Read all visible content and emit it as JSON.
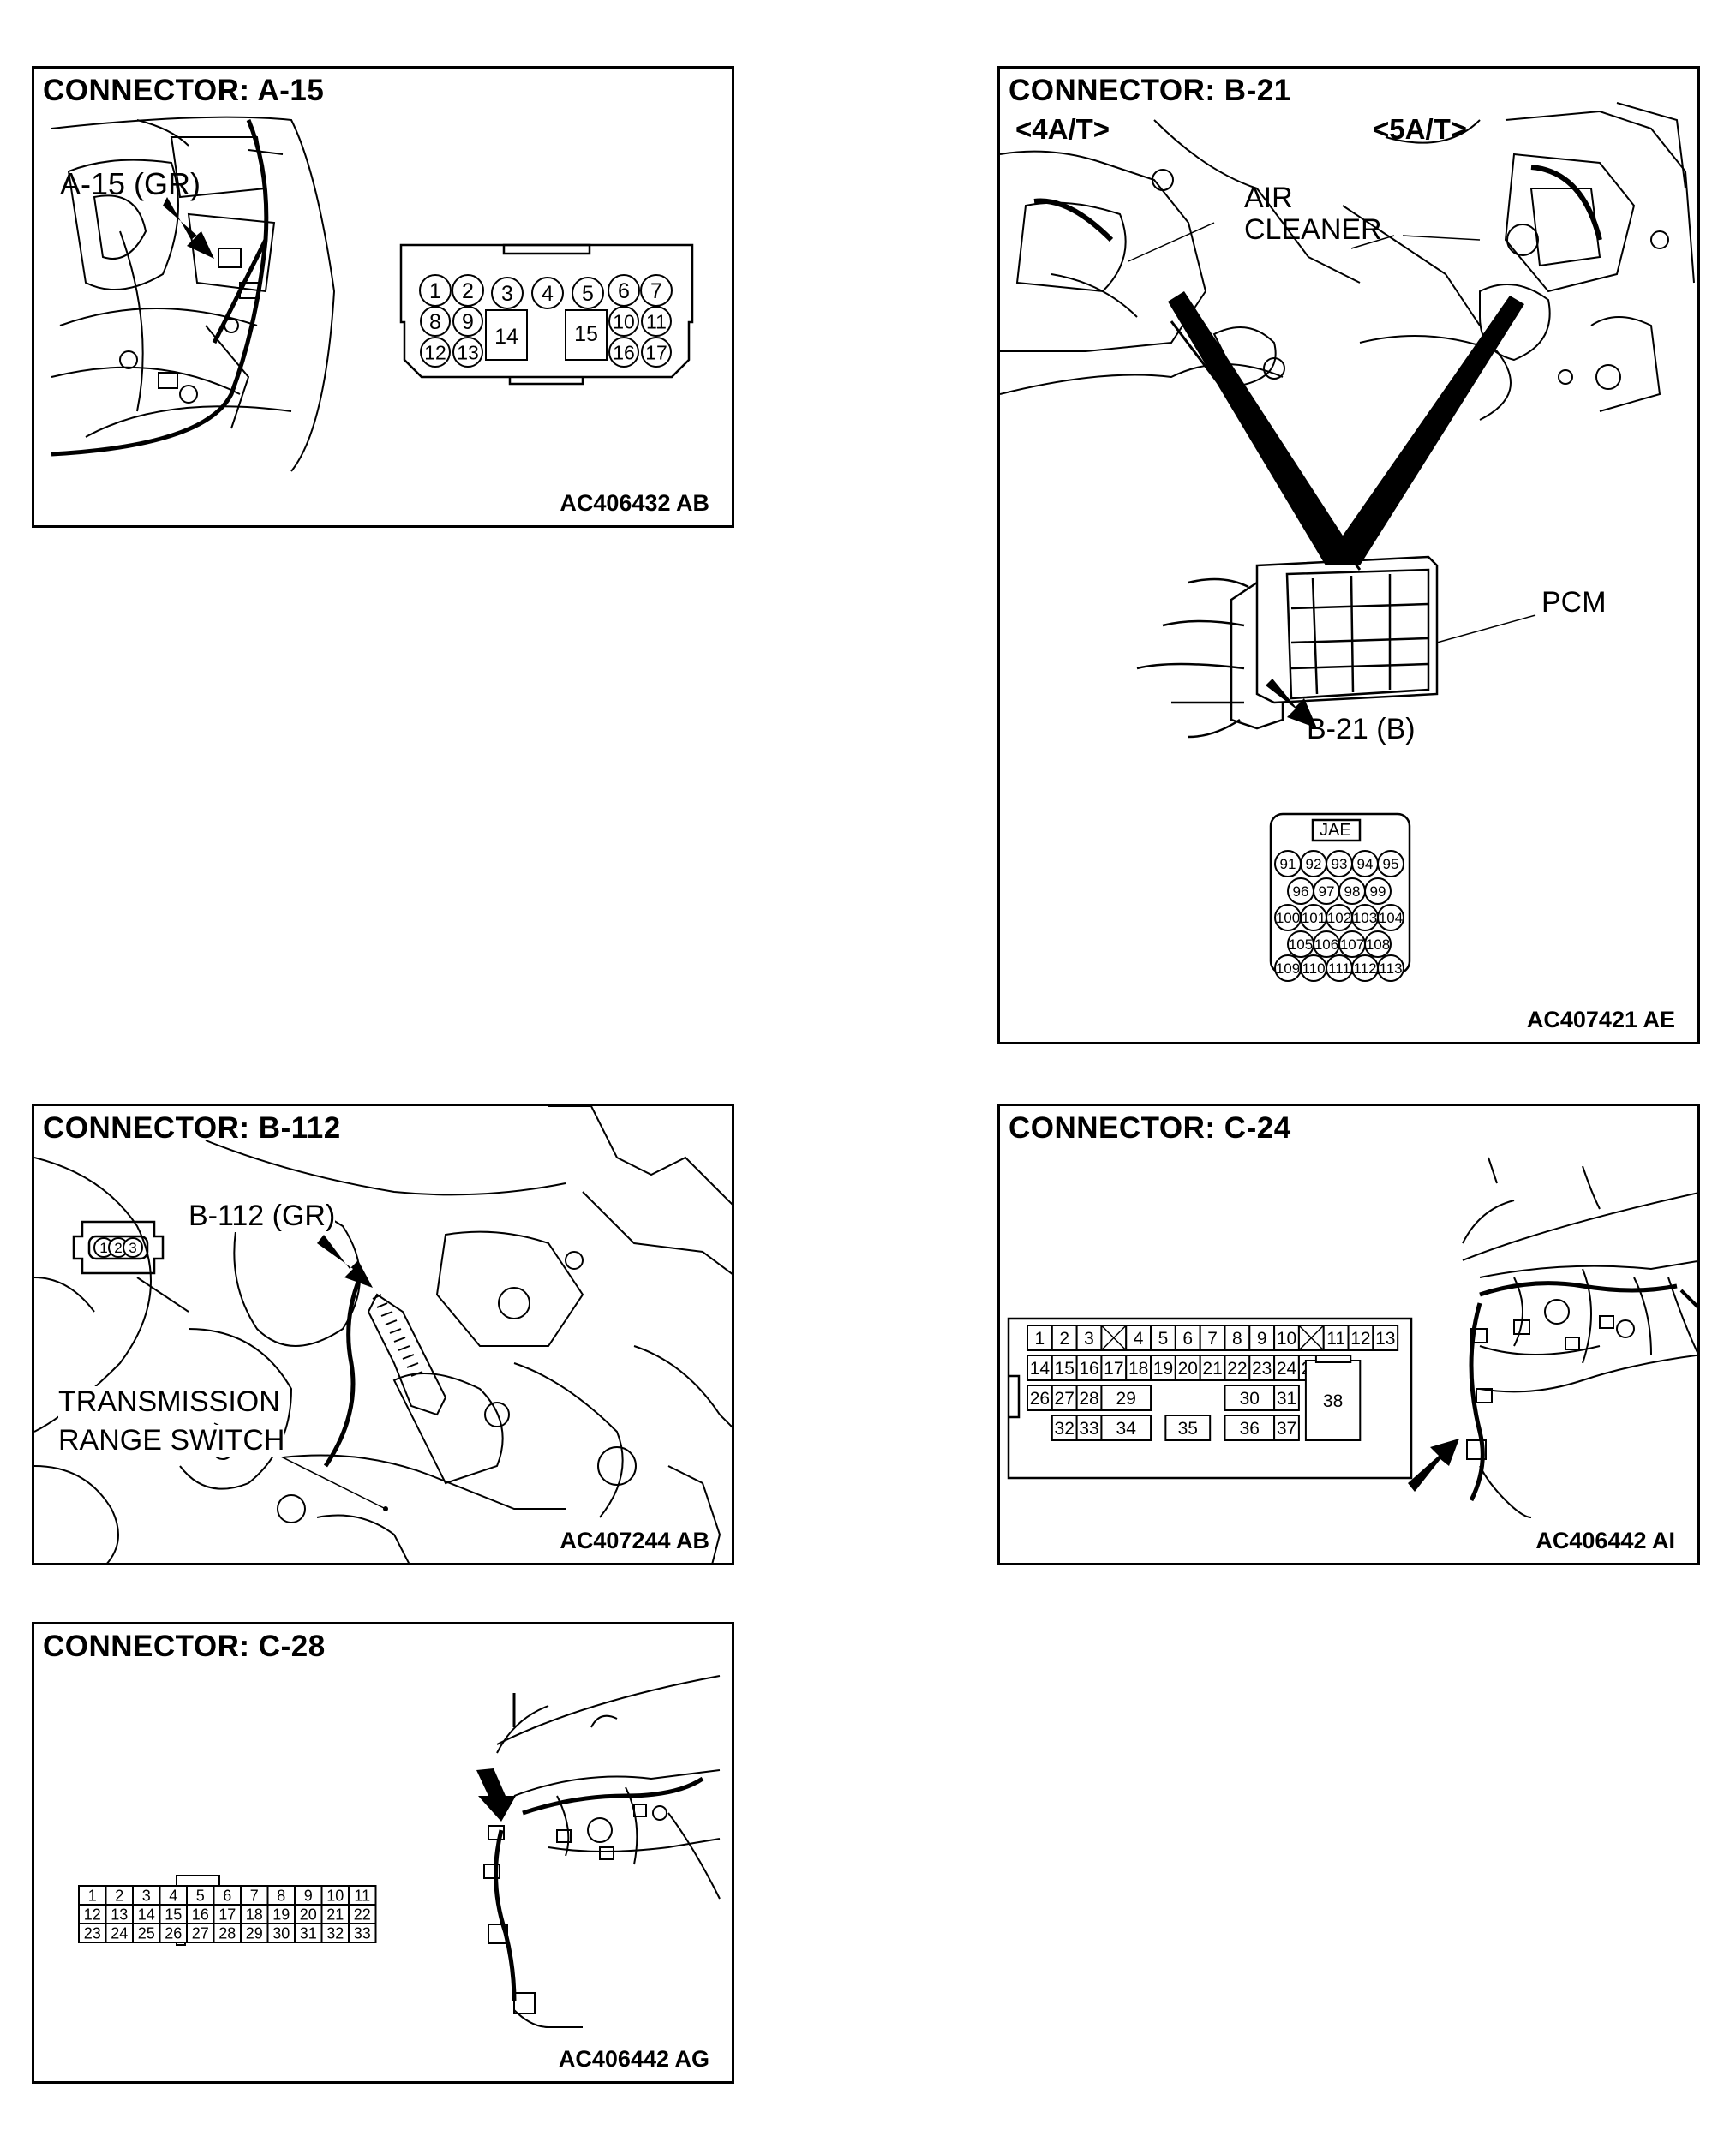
{
  "panels": {
    "a15": {
      "title": "CONNECTOR: A-15",
      "code": "AC406432 AB",
      "callout": "A-15 (GR)",
      "pins": [
        "1",
        "2",
        "3",
        "4",
        "5",
        "6",
        "7",
        "8",
        "9",
        "14",
        "15",
        "10",
        "11",
        "12",
        "13",
        "16",
        "17"
      ]
    },
    "b21": {
      "title": "CONNECTOR: B-21",
      "code": "AC407421 AE",
      "variant_left": "<4A/T>",
      "variant_right": "<5A/T>",
      "label_air": "AIR",
      "label_cleaner": "CLEANER",
      "label_pcm": "PCM",
      "callout": "B-21 (B)",
      "connector_tag": "JAE",
      "pins": [
        "91",
        "92",
        "93",
        "94",
        "95",
        "96",
        "97",
        "98",
        "99",
        "100",
        "101",
        "102",
        "103",
        "104",
        "105",
        "106",
        "107",
        "108",
        "109",
        "110",
        "111",
        "112",
        "113"
      ]
    },
    "b112": {
      "title": "CONNECTOR: B-112",
      "code": "AC407244 AB",
      "callout": "B-112 (GR)",
      "label_line1": "TRANSMISSION",
      "label_line2": "RANGE SWITCH",
      "pins": [
        "1",
        "2",
        "3"
      ]
    },
    "c24": {
      "title": "CONNECTOR: C-24",
      "code": "AC406442 AI",
      "pins": [
        "1",
        "2",
        "3",
        "4",
        "5",
        "6",
        "7",
        "8",
        "9",
        "10",
        "11",
        "12",
        "13",
        "14",
        "15",
        "16",
        "17",
        "18",
        "19",
        "20",
        "21",
        "22",
        "23",
        "24",
        "25",
        "26",
        "27",
        "28",
        "29",
        "30",
        "31",
        "32",
        "33",
        "34",
        "35",
        "36",
        "37",
        "38"
      ]
    },
    "c28": {
      "title": "CONNECTOR: C-28",
      "code": "AC406442 AG",
      "pins": [
        "1",
        "2",
        "3",
        "4",
        "5",
        "6",
        "7",
        "8",
        "9",
        "10",
        "11",
        "12",
        "13",
        "14",
        "15",
        "16",
        "17",
        "18",
        "19",
        "20",
        "21",
        "22",
        "23",
        "24",
        "25",
        "26",
        "27",
        "28",
        "29",
        "30",
        "31",
        "32",
        "33"
      ]
    }
  }
}
